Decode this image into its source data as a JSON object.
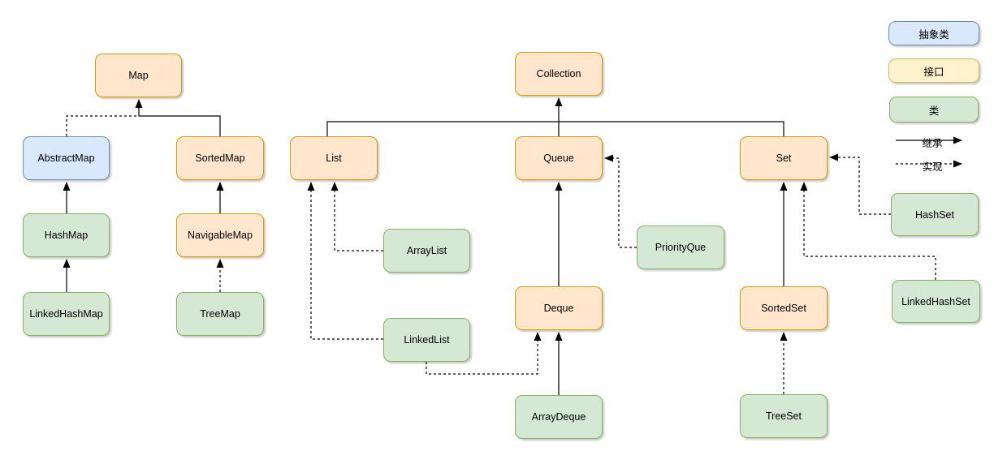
{
  "palette": {
    "interface_fill": "#ffe6cc",
    "interface_stroke": "#d79b00",
    "class_fill": "#d5e8d4",
    "class_stroke": "#82b366",
    "abstract_fill": "#dae8fc",
    "abstract_stroke": "#6c8ebf",
    "legend_interface_fill": "#fff2cc",
    "legend_interface_stroke": "#d6b656",
    "edge_color": "#000000"
  },
  "nodes": {
    "map": {
      "label": "Map",
      "kind": "interface"
    },
    "abstractmap": {
      "label": "AbstractMap",
      "kind": "abstract"
    },
    "sortedmap": {
      "label": "SortedMap",
      "kind": "interface"
    },
    "hashmap": {
      "label": "HashMap",
      "kind": "class"
    },
    "navigablemap": {
      "label": "NavigableMap",
      "kind": "interface"
    },
    "linkedhashmap": {
      "label": "LinkedHashMap",
      "kind": "class"
    },
    "treemap": {
      "label": "TreeMap",
      "kind": "class"
    },
    "collection": {
      "label": "Collection",
      "kind": "interface"
    },
    "list": {
      "label": "List",
      "kind": "interface"
    },
    "queue": {
      "label": "Queue",
      "kind": "interface"
    },
    "set": {
      "label": "Set",
      "kind": "interface"
    },
    "arraylist": {
      "label": "ArrayList",
      "kind": "class"
    },
    "linkedlist": {
      "label": "LinkedList",
      "kind": "class"
    },
    "deque": {
      "label": "Deque",
      "kind": "interface"
    },
    "priorityque": {
      "label": "PriorityQue",
      "kind": "class"
    },
    "arraydeque": {
      "label": "ArrayDeque",
      "kind": "class"
    },
    "sortedset": {
      "label": "SortedSet",
      "kind": "interface"
    },
    "treeset": {
      "label": "TreeSet",
      "kind": "class"
    },
    "hashset": {
      "label": "HashSet",
      "kind": "class"
    },
    "linkedhashset": {
      "label": "LinkedHashSet",
      "kind": "class"
    }
  },
  "edges": [
    {
      "from": "AbstractMap",
      "to": "Map",
      "relation": "实现"
    },
    {
      "from": "SortedMap",
      "to": "Map",
      "relation": "继承"
    },
    {
      "from": "HashMap",
      "to": "AbstractMap",
      "relation": "继承"
    },
    {
      "from": "LinkedHashMap",
      "to": "HashMap",
      "relation": "继承"
    },
    {
      "from": "NavigableMap",
      "to": "SortedMap",
      "relation": "继承"
    },
    {
      "from": "TreeMap",
      "to": "NavigableMap",
      "relation": "实现"
    },
    {
      "from": "List",
      "to": "Collection",
      "relation": "继承"
    },
    {
      "from": "Queue",
      "to": "Collection",
      "relation": "继承"
    },
    {
      "from": "Set",
      "to": "Collection",
      "relation": "继承"
    },
    {
      "from": "ArrayList",
      "to": "List",
      "relation": "实现"
    },
    {
      "from": "LinkedList",
      "to": "List",
      "relation": "实现"
    },
    {
      "from": "LinkedList",
      "to": "Deque",
      "relation": "实现"
    },
    {
      "from": "Deque",
      "to": "Queue",
      "relation": "继承"
    },
    {
      "from": "PriorityQue",
      "to": "Queue",
      "relation": "实现"
    },
    {
      "from": "ArrayDeque",
      "to": "Deque",
      "relation": "继承"
    },
    {
      "from": "SortedSet",
      "to": "Set",
      "relation": "继承"
    },
    {
      "from": "TreeSet",
      "to": "SortedSet",
      "relation": "实现"
    },
    {
      "from": "HashSet",
      "to": "Set",
      "relation": "实现"
    },
    {
      "from": "LinkedHashSet",
      "to": "Set",
      "relation": "实现"
    }
  ],
  "legend": {
    "abstract_label": "抽象类",
    "interface_label": "接口",
    "class_label": "类",
    "inherit_label": "继承",
    "implement_label": "实现"
  }
}
